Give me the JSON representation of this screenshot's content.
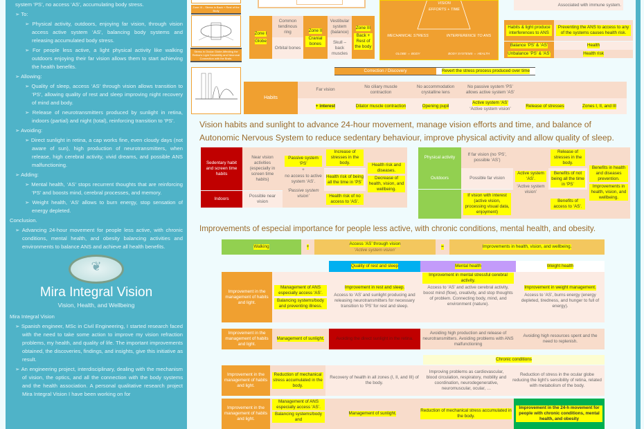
{
  "left": {
    "top_cut": "system ‘PS’, no access ‘AS’, accumulating body stress.",
    "to": "To:",
    "to_items": [
      "Physical activity, outdoors, enjoying far vision, through vision access active system ‘AS’, balancing body systems and releasing accumulated body stress.",
      "For people less active, a light physical activity like walking outdoors enjoying their far vision allows them to start achieving the health benefits."
    ],
    "allowing": "Allowing:",
    "allowing_items": [
      "Quality of sleep, access ‘AS’ through vision allows transition to ‘PS’, allowing quality of rest and sleep improving night recovery of mind and body.",
      "Release of neurotransmitters produced by sunlight in retina, indoors (partial) and night (total), reinforcing transition to ‘PS’."
    ],
    "avoiding": "Avoiding:",
    "avoiding_items": [
      "Direct sunlight in retina, a cap works fine, even cloudy days (not aware of sun), high production of neurotransmitters, when release, high cerebral activity, vivid dreams, and possible ANS malfunctioning."
    ],
    "adding": "Adding:",
    "adding_items": [
      "Mental health, ‘AS’ stops recurrent thoughts that are reinforcing ‘PS’ and boosts mind, cerebral processes, and memory.",
      "Weight health, ‘AS’ allows to burn energy, stop sensation of energy depleted."
    ],
    "conclusion": "Conclusion.",
    "conclusion_items": [
      "Advancing 24-hour movement for people less active, with chronic conditions, mental health, and obesity balancing activities and environments to balance ANS and achieve all health benefits."
    ],
    "brand_title": "Mira Integral Vision",
    "brand_subtitle": "Vision, Health, and Wellbeing",
    "about_heading": "Mira Integral Vision",
    "about_items": [
      "Spanish engineer, MSc in Civil Engineering, I started research faced with the need to take some action to improve my vision refraction problems, my health, and quality of life. The important improvements obtained, the discoveries, findings, and insights, give this initiative as result.",
      "An engineering project, interdisciplinary, dealing with the mechanism of vision, the optics, and all the connection with the body systems and the health association. A personal qualitative research project Mira Integral Vision I have been working on for"
    ]
  },
  "figures": {
    "cap1": "Zone III – Stress in Back + Rest of the Body",
    "cap2": "Stress in Ocular Globe Affecting the Retina’s Light Sensibility and Neuronal Connection with the Brain."
  },
  "zones": {
    "z1": "Zone I",
    "z1b": "Globe",
    "c1a": "Common tendinous ring",
    "c1b": "Orbital bones",
    "z2": "Zone II",
    "z2b": "Cranial bones",
    "c2a": "Vestibular system (balance)",
    "c2b": "Skull – back muscles",
    "z3": "Zone III",
    "z3b": "Back + Rest of the body"
  },
  "pyramid": {
    "top": "VISION EFFORTS + TIME",
    "left1": "MECHANICAL STRESS",
    "left2": "GLOBE ⇔ BODY",
    "right1": "INTERFERENCE TO ANS",
    "right2": "BODY SYSTEMS ⇔ HEALTH"
  },
  "ans_table": {
    "top_cut": "Associated with immune system.",
    "r1a": "Habits & light produce interferences to ANS",
    "r1b": "Preventing the ANS to access to any of the systems causes health risk.",
    "r2a": "Balance ‘PS’ & ‘AS’",
    "r2b": "Health",
    "r3a": "Unbalance ‘PS’ & ‘AS’",
    "r3b": "Health risk"
  },
  "correction": {
    "label": "Correction / Discovery",
    "value": "Revert the stress process produced over time"
  },
  "habits": {
    "label": "Habits",
    "row1": [
      "Far vision",
      "No ciliary muscle contraction",
      "No accommodation crystalline lens",
      "No passive system ‘PS’ allows active system ‘AS’",
      "",
      ""
    ],
    "row2": [
      "+ interest",
      "Dilator muscle contraction",
      "Opening pupil",
      "Active system ‘AS’",
      "Release of stresses",
      "Zones I, II, and III"
    ],
    "row2_sub": "‘Active system vision’"
  },
  "heading1": "Vision habits and sunlight to advance 24-hour movement, manage vision efforts and time, and balance of Autonomic Nervous System to reduce sedentary behaviour, improve physical activity and allow quality of sleep.",
  "sedentary": {
    "label1": "Sedentary habit and screen time habits",
    "label2": "Indoors",
    "c1a": "Near vision activities (especially in screen time habits)",
    "c1b": "Possible near vision",
    "ps1": "Passive system ‘PS’",
    "ps2": "+",
    "ps3": "no access to active system ‘AS’.",
    "ps4": "‘Passive system vision’",
    "r1": "Increase of stresses in the body.",
    "r2": "Health risk of being all the time in ‘PS’",
    "r3": "Health risk of no access to ‘AS’.",
    "o1": "Health risk and diseases.",
    "o2": "Decrease of health, vision, and wellbeing."
  },
  "physical": {
    "label1": "Physical activity",
    "label2": "Outdoors",
    "c1": "If far vision (no ‘PS’, possible ‘AS’)",
    "c2": "Possible far vision",
    "c3": "If vision with interest (active vision, processing visual data, enjoyment)",
    "as1": "Active system ‘AS’.",
    "as2": "‘Active system vision’",
    "r1": "Release of stresses in the body.",
    "r2": "Benefits of not being all the time in ‘PS’",
    "r3": "Benefits of access to ‘AS’.",
    "o1": "Benefits in health and diseases prevention.",
    "o2": "Improvements in health, vision, and wellbeing."
  },
  "heading2": "Improvements of especial importance for people less active, with chronic conditions, mental health, and obesity.",
  "equation": {
    "walking": "Walking",
    "plus": "+",
    "access": "Access ‘AS’ through vision",
    "access_sub": "‘Active system vision’",
    "eq": "=",
    "result": "Improvements in health, vision, and wellbeing."
  },
  "improvements": {
    "headers": [
      "Quality of rest and sleep",
      "Mental health",
      "Weight health"
    ],
    "header_colors": [
      "#00b0f0",
      "#c39bfa",
      "#ffffff"
    ],
    "row_label": "Improvement in the management of habits and light.",
    "r1": {
      "mgmt1": "Management of ANS especially access ‘AS’.",
      "mgmt2": "Balancing systems/body and preventing illness.",
      "sleep_h": "Improvement in rest and sleep.",
      "sleep": "Access to ‘AS’ and sunlight producing and releasing neurotransmitters for necessary transition to ‘PS’ for rest and sleep.",
      "mental_h": "Improvement in mental stressful cerebral activity.",
      "mental": "Access to ‘AS’ and active cerebral activity, boost mind (flow), creativity, and stop thoughts of problem. Connecting body, mind, and environment (nature).",
      "weight_h": "Improvement in weight management.",
      "weight": "Access to ‘AS’, burns energy (energy depleted, tiredness, and hunger to full of energy)."
    },
    "r2": {
      "mgmt": "Management of sunlight.",
      "sleep": "Avoiding the direct sunlight in the retina.",
      "mental": "Avoiding high production and release of neurotransmitters. Avoiding problems with ANS malfunctioning",
      "weight": "Avoiding high resources spent and the need to replenish."
    },
    "chronic_header": "Chronic conditions",
    "r3": {
      "mgmt": "Reduction of mechanical stress accumulated in the body.",
      "sleep": "Recovery of health in all zones (I, II, and III) of the body.",
      "mental": "Improving problems as cardiovascular, blood circulation, respiratory, mobility and coordination, neurodegenerative, neuromuscular, ocular, …",
      "weight": "Reduction of stress in the ocular globe reducing the light’s sensibility of retina, related with metabolism of the body."
    },
    "r4": {
      "mgmt1": "Management of ANS especially access ‘AS’.",
      "mgmt2": "Balancing systems/body and",
      "sleep": "Management of sunlight.",
      "mental": "Reduction of mechanical stress accumulated in the body.",
      "weight": "Improvement in the 24-h movement for people with chronic conditions, mental health, and obesity"
    }
  }
}
